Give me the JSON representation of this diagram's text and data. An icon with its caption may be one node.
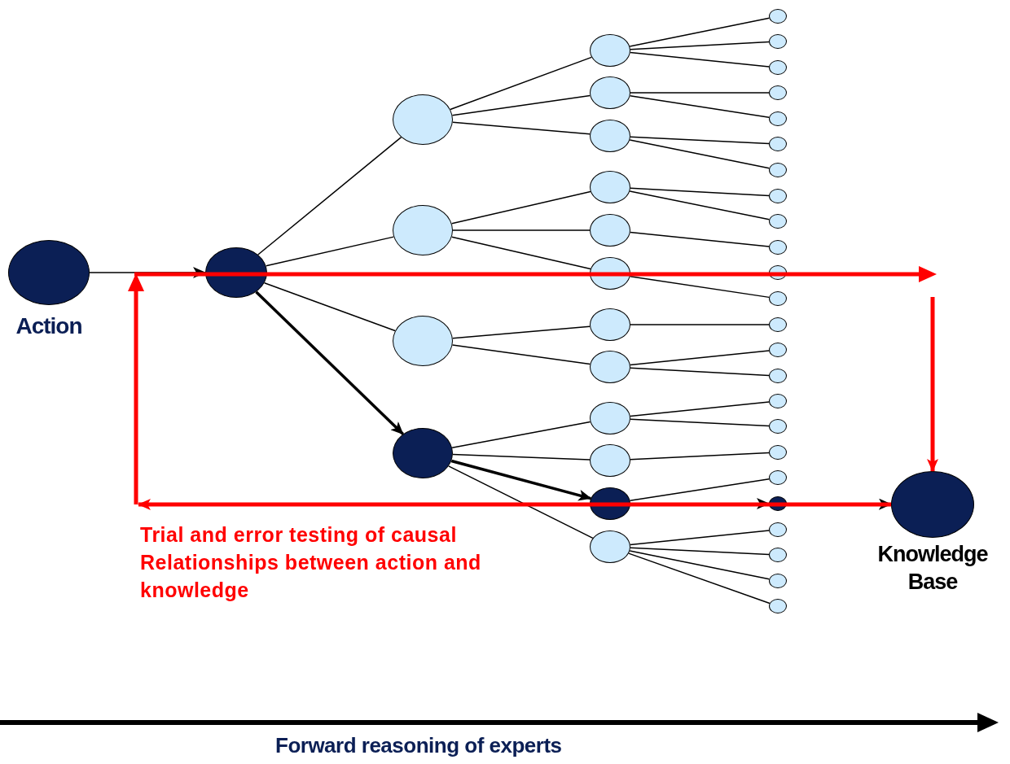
{
  "diagram": {
    "nodes": [
      {
        "text": [
          "Action"
        ]
      },
      {
        "text": [],
        "shape": "circle"
      },
      {
        "text": [],
        "shape": "circle"
      },
      {
        "text": [],
        "shape": "circle"
      },
      {
        "text": [],
        "shape": "circle"
      },
      {
        "text": [],
        "shape": "circle"
      },
      {
        "text": [],
        "shape": "circle"
      },
      {
        "text": [],
        "shape": "circle"
      },
      {
        "text": [],
        "shape": "circle"
      },
      {
        "text": [],
        "shape": "circle"
      },
      {
        "text": [],
        "shape": "circle"
      },
      {
        "text": [],
        "shape": "circle"
      },
      {
        "text": [],
        "shape": "circle"
      },
      {
        "text": [],
        "shape": "circle"
      },
      {
        "text": [],
        "shape": "circle"
      },
      {
        "text": [],
        "shape": "circle"
      },
      {
        "text": [],
        "shape": "circle"
      },
      {
        "text": [],
        "shape": "circle"
      },
      {
        "text": [],
        "shape": "circle"
      },
      {
        "text": [],
        "shape": "circle"
      },
      {
        "text": [],
        "shape": "circle"
      },
      {
        "text": [],
        "shape": "circle"
      },
      {
        "text": [],
        "shape": "circle"
      },
      {
        "text": [],
        "shape": "circle"
      },
      {
        "text": [],
        "shape": "circle"
      },
      {
        "text": [],
        "shape": "circle"
      },
      {
        "text": [],
        "shape": "circle"
      },
      {
        "text": [],
        "shape": "circle"
      },
      {
        "text": [],
        "shape": "circle"
      },
      {
        "text": [],
        "shape": "circle"
      },
      {
        "text": [],
        "shape": "circle"
      },
      {
        "text": [],
        "shape": "circle"
      },
      {
        "text": [],
        "shape": "circle"
      },
      {
        "text": [],
        "shape": "circle"
      },
      {
        "text": [],
        "shape": "circle"
      },
      {
        "text": [],
        "shape": "circle"
      },
      {
        "text": [],
        "shape": "circle"
      },
      {
        "text": [],
        "shape": "circle"
      },
      {
        "text": [],
        "shape": "circle"
      },
      {
        "text": [],
        "shape": "circle"
      },
      {
        "text": [],
        "shape": "circle"
      },
      {
        "text": [],
        "shape": "circle"
      },
      {
        "text": [
          "Knowledge Base"
        ]
      }
    ],
    "edges": [
      {
        "from": 0,
        "to": 1,
        "arrow": "to"
      },
      {
        "from": 1,
        "to": 2,
        "arrow": "none"
      },
      {
        "from": 1,
        "to": 3,
        "arrow": "none"
      },
      {
        "from": 1,
        "to": 4,
        "arrow": "none"
      },
      {
        "from": 1,
        "to": 5,
        "arrow": "to",
        "style": "thick"
      },
      {
        "from": 2,
        "to": 6,
        "arrow": "none"
      },
      {
        "from": 2,
        "to": 7,
        "arrow": "none"
      },
      {
        "from": 2,
        "to": 8,
        "arrow": "none"
      },
      {
        "from": 3,
        "to": 9,
        "arrow": "none"
      },
      {
        "from": 3,
        "to": 10,
        "arrow": "none"
      },
      {
        "from": 3,
        "to": 11,
        "arrow": "none"
      },
      {
        "from": 4,
        "to": 12,
        "arrow": "none"
      },
      {
        "from": 4,
        "to": 13,
        "arrow": "none"
      },
      {
        "from": 5,
        "to": 14,
        "arrow": "none"
      },
      {
        "from": 5,
        "to": 15,
        "arrow": "none"
      },
      {
        "from": 5,
        "to": 16,
        "arrow": "to",
        "style": "thick"
      },
      {
        "from": 5,
        "to": 17,
        "arrow": "none"
      },
      {
        "from": 6,
        "to": 18,
        "arrow": "none"
      },
      {
        "from": 6,
        "to": 19,
        "arrow": "none"
      },
      {
        "from": 6,
        "to": 20,
        "arrow": "none"
      },
      {
        "from": 7,
        "to": 21,
        "arrow": "none"
      },
      {
        "from": 7,
        "to": 22,
        "arrow": "none"
      },
      {
        "from": 8,
        "to": 23,
        "arrow": "none"
      },
      {
        "from": 8,
        "to": 24,
        "arrow": "none"
      },
      {
        "from": 9,
        "to": 25,
        "arrow": "none"
      },
      {
        "from": 9,
        "to": 26,
        "arrow": "none"
      },
      {
        "from": 10,
        "to": 27,
        "arrow": "none"
      },
      {
        "from": 11,
        "to": 29,
        "arrow": "none"
      },
      {
        "from": 12,
        "to": 30,
        "arrow": "none"
      },
      {
        "from": 13,
        "to": 31,
        "arrow": "none"
      },
      {
        "from": 13,
        "to": 32,
        "arrow": "none"
      },
      {
        "from": 14,
        "to": 33,
        "arrow": "none"
      },
      {
        "from": 14,
        "to": 34,
        "arrow": "none"
      },
      {
        "from": 15,
        "to": 35,
        "arrow": "none"
      },
      {
        "from": 16,
        "to": 36,
        "arrow": "none"
      },
      {
        "from": 16,
        "to": 37,
        "arrow": "to"
      },
      {
        "from": 17,
        "to": 38,
        "arrow": "none"
      },
      {
        "from": 17,
        "to": 39,
        "arrow": "none"
      },
      {
        "from": 17,
        "to": 40,
        "arrow": "none"
      },
      {
        "from": 17,
        "to": 41,
        "arrow": "none"
      },
      {
        "from": 37,
        "to": 42,
        "arrow": "to"
      },
      {
        "from": 42,
        "to": null,
        "arrow": "to",
        "style": "thick",
        "color": "#ff0000"
      },
      {
        "from": null,
        "to": 42,
        "arrow": "to",
        "style": "thick",
        "color": "#ff0000"
      }
    ],
    "labels": [
      "Trial and error testing of causal Relationships between action and knowledge",
      "Forward reasoning of experts"
    ]
  }
}
